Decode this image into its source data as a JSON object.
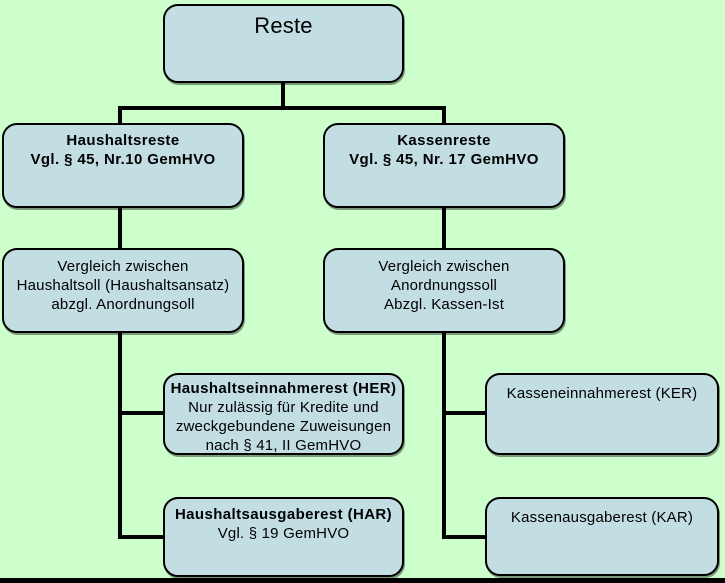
{
  "colors": {
    "background": "#ccffcc",
    "node_fill": "#c3dee3",
    "node_border": "#000000",
    "connector": "#000000",
    "bottom_bar": "#000000"
  },
  "nodes": {
    "reste": {
      "title": "Reste"
    },
    "haushaltsreste": {
      "line1": "Haushaltsreste",
      "line2": "Vgl. § 45, Nr.10 GemHVO"
    },
    "kassenreste": {
      "line1": "Kassenreste",
      "line2": "Vgl. § 45, Nr. 17 GemHVO"
    },
    "vergleich_haushalt": {
      "line1": "Vergleich zwischen",
      "line2": "Haushaltsoll (Haushaltsansatz)",
      "line3": "abzgl. Anordnungsoll"
    },
    "vergleich_kasse": {
      "line1": "Vergleich zwischen",
      "line2": "Anordnungssoll",
      "line3": "Abzgl. Kassen-Ist"
    },
    "her": {
      "title": "Haushaltseinnahmerest (HER)",
      "line1": "Nur zulässig für Kredite und",
      "line2": "zweckgebundene Zuweisungen",
      "line3": "nach § 41, II GemHVO"
    },
    "ker": {
      "title": "Kasseneinnahmerest (KER)"
    },
    "har": {
      "title": "Haushaltsausgaberest (HAR)",
      "line1": "Vgl. § 19 GemHVO"
    },
    "kar": {
      "title": "Kassenausgaberest (KAR)"
    }
  }
}
